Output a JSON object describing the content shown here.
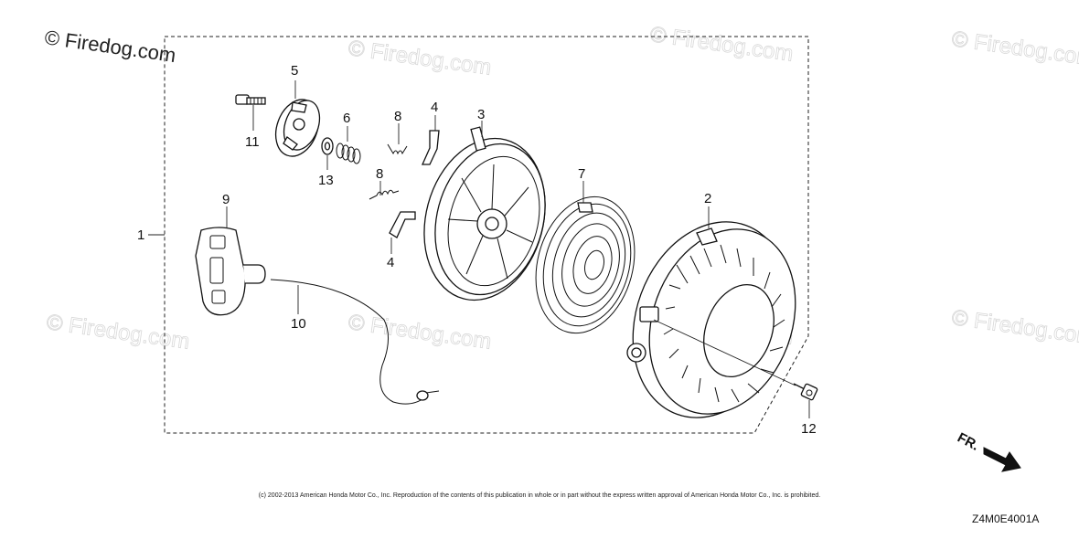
{
  "watermarks": {
    "primary": "© Firedog.com",
    "faint": "© Firedog.com"
  },
  "callouts": {
    "c1": "1",
    "c2": "2",
    "c3": "3",
    "c4a": "4",
    "c4b": "4",
    "c5": "5",
    "c6": "6",
    "c7": "7",
    "c8a": "8",
    "c8b": "8",
    "c9": "9",
    "c10": "10",
    "c11": "11",
    "c12": "12",
    "c13": "13"
  },
  "direction_indicator": {
    "label": "FR."
  },
  "footer": {
    "copyright": "(c) 2002-2013 American Honda Motor Co., Inc. Reproduction of the contents of this publication in whole or in part without the express written approval of American Honda Motor Co., Inc. is prohibited.",
    "drawing_code": "Z4M0E4001A"
  }
}
